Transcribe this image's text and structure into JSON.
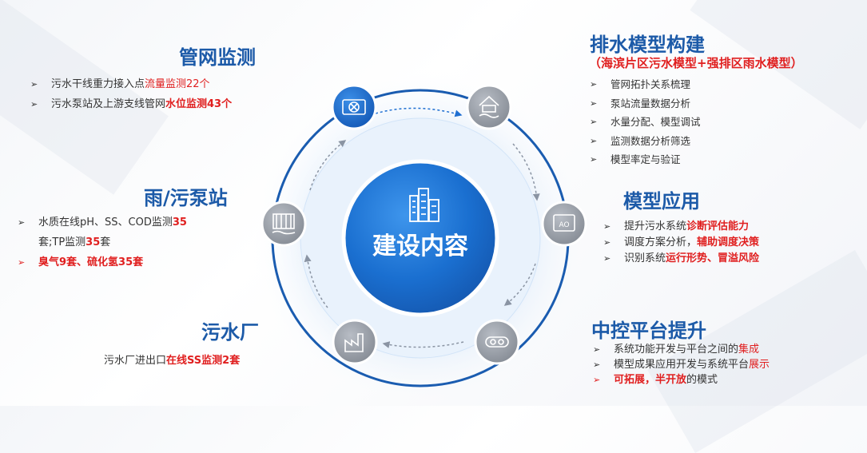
{
  "center": {
    "label": "建设内容"
  },
  "pipe_monitoring": {
    "title": "管网监测",
    "items": [
      {
        "text": "污水干线重力接入点",
        "highlight": "流量监测22个"
      },
      {
        "text": "污水泵站及上游支线管网",
        "highlight": "水位监测43个"
      }
    ]
  },
  "drainage_model": {
    "title": "排水模型构建",
    "subtitle": "（海滨片区污水模型+强排区雨水模型）",
    "items": [
      "管网拓扑关系梳理",
      "泵站流量数据分析",
      "水量分配、模型调试",
      "监测数据分析筛选",
      "模型率定与验证"
    ]
  },
  "pump_station": {
    "title": "雨/污泵站",
    "item1_text": "水质在线pH、SS、COD监测",
    "item1_hl": "35",
    "item1_cont": "套;TP监测",
    "item1_hl2": "35",
    "item1_tail": "套",
    "item2": "臭气9套、硫化氢35套"
  },
  "model_application": {
    "title": "模型应用",
    "items": [
      {
        "text": "提升污水系统",
        "highlight": "诊断评估能力",
        "tail": ""
      },
      {
        "text": "调度方案分析，",
        "highlight": "辅助调度决策",
        "tail": ""
      },
      {
        "text": "识别系统",
        "highlight": "运行形势、冒溢风险",
        "tail": ""
      }
    ]
  },
  "wwtp": {
    "title": "污水厂",
    "item_text": "污水厂进出口",
    "item_hl": "在线SS监测2套"
  },
  "control_platform": {
    "title": "中控平台提升",
    "items": [
      {
        "text": "系统功能开发与平台之间的",
        "highlight": "集成",
        "tail": ""
      },
      {
        "text": "模型成果应用开发与系统平台",
        "highlight": "展示",
        "tail": ""
      }
    ],
    "item3_hl1": "可拓展，半开放",
    "item3_tail": "的模式"
  },
  "icons": [
    "pipe-valve-icon",
    "house-water-icon",
    "ai-board-icon",
    "sensor-pipe-icon",
    "factory-icon",
    "pump-station-icon",
    "buildings-icon"
  ],
  "colors": {
    "title_blue": "#1c5aa8",
    "highlight_red": "#e01f1f",
    "node_blue": "#1f6fd1",
    "node_gray": "#9aa0a8"
  }
}
